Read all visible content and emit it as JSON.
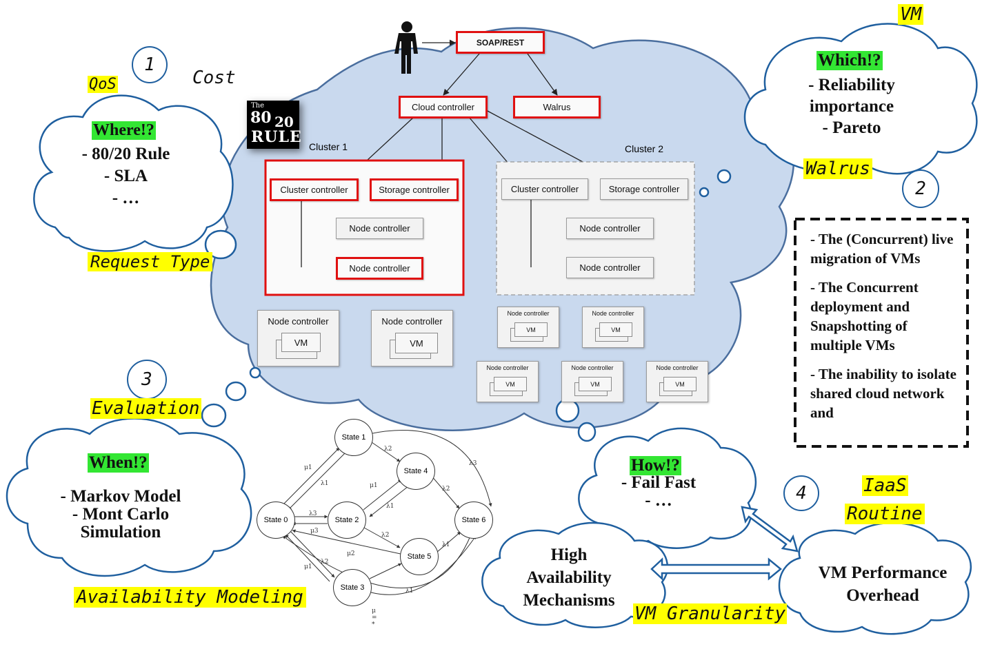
{
  "architecture": {
    "soap_rest": "SOAP/REST",
    "cloud_controller": "Cloud controller",
    "walrus": "Walrus",
    "cluster1_label": "Cluster 1",
    "cluster2_label": "Cluster 2",
    "cluster_controller": "Cluster controller",
    "storage_controller": "Storage controller",
    "node_controller": "Node controller",
    "vm": "VM"
  },
  "logo": {
    "the": "The",
    "n80": "80",
    "n20": "20",
    "rule": "RULE"
  },
  "section1": {
    "number": "1",
    "tag_qos": "QoS",
    "tag_cost": "Cost",
    "question": "Where!?",
    "items": [
      "- 80/20 Rule",
      "- SLA",
      "- …"
    ],
    "tag_request": "Request Type"
  },
  "section2": {
    "number": "2",
    "tag_vm": "VM",
    "question": "Which!?",
    "items": [
      "- Reliability",
      "importance",
      "- Pareto"
    ],
    "tag_walrus": "Walrus",
    "list": [
      "- The (Concurrent) live migration of VMs",
      "- The Concurrent deployment and Snapshotting of multiple VMs",
      "- The inability to isolate shared cloud network and"
    ]
  },
  "section3": {
    "number": "3",
    "tag_eval": "Evaluation",
    "question": "When!?",
    "items": [
      "- Markov Model",
      "- Mont Carlo",
      "Simulation"
    ],
    "tag_avail": "Availability Modeling"
  },
  "markov": {
    "states": [
      "State 0",
      "State 1",
      "State 2",
      "State 3",
      "State 4",
      "State 5",
      "State 6"
    ],
    "labels": [
      "μ1",
      "λ1",
      "λ3",
      "λ2",
      "μ1",
      "λ1",
      "λ2",
      "λ3",
      "λ2",
      "λ1",
      "μ3",
      "μ2",
      "μ1",
      "λ2",
      "λ1",
      "μ = *"
    ]
  },
  "section4": {
    "number": "4",
    "question": "How!?",
    "items": [
      "- Fail Fast",
      "- …"
    ],
    "ham": [
      "High",
      "Availability",
      "Mechanisms"
    ],
    "vmpo": [
      "VM Performance",
      "Overhead"
    ],
    "tag_iaas": "IaaS",
    "tag_routine": "Routine",
    "tag_gran": "VM Granularity"
  },
  "colors": {
    "cloud_fill": "#c9d9ee",
    "cloud_stroke": "#4a6e9e",
    "red": "#e01010",
    "green": "#33e633",
    "yellow": "#ffff00"
  }
}
